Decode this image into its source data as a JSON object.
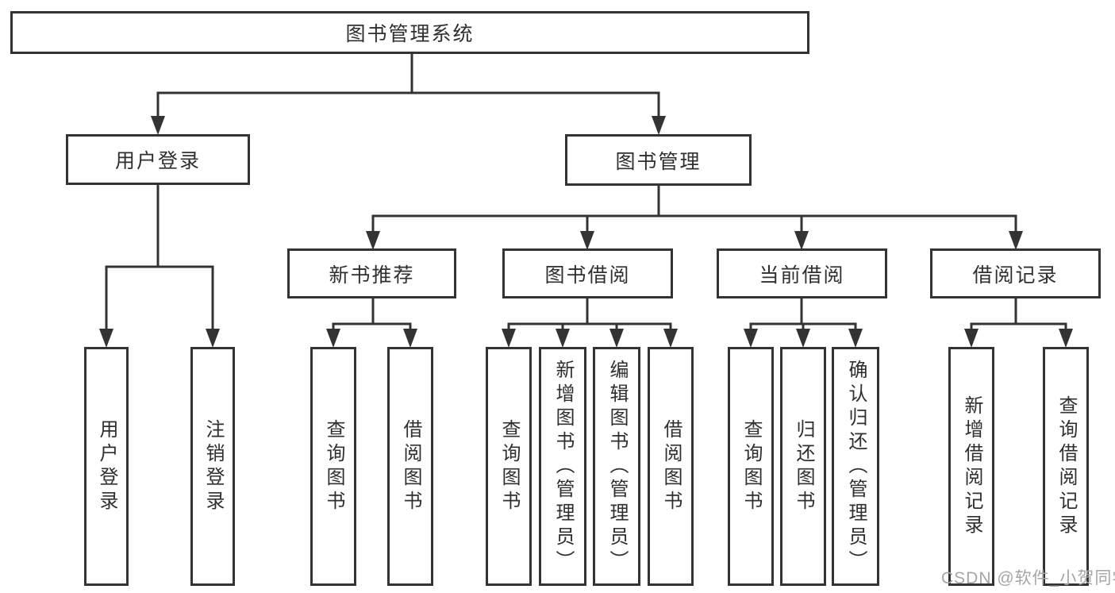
{
  "diagram": {
    "root": {
      "label": "图书管理系统"
    },
    "branches": [
      {
        "label": "用户登录",
        "children": [
          {
            "label": "用户登录"
          },
          {
            "label": "注销登录"
          }
        ]
      },
      {
        "label": "图书管理",
        "children": [
          {
            "label": "新书推荐",
            "children": [
              {
                "label": "查询图书"
              },
              {
                "label": "借阅图书"
              }
            ]
          },
          {
            "label": "图书借阅",
            "children": [
              {
                "label": "查询图书"
              },
              {
                "label": "新增图书（管理员）"
              },
              {
                "label": "编辑图书（管理员）"
              },
              {
                "label": "借阅图书"
              }
            ]
          },
          {
            "label": "当前借阅",
            "children": [
              {
                "label": "查询图书"
              },
              {
                "label": "归还图书"
              },
              {
                "label": "确认归还（管理员）"
              }
            ]
          },
          {
            "label": "借阅记录",
            "children": [
              {
                "label": "新增借阅记录"
              },
              {
                "label": "查询借阅记录"
              }
            ]
          }
        ]
      }
    ]
  },
  "watermark": {
    "text": "CSDN @软件_小贺同学"
  },
  "colors": {
    "line": "#333333",
    "box_border": "#333333",
    "box_background": "#ffffff",
    "text": "#2f2f2f",
    "watermark": "#a6a6a6",
    "background": "#ffffff"
  }
}
